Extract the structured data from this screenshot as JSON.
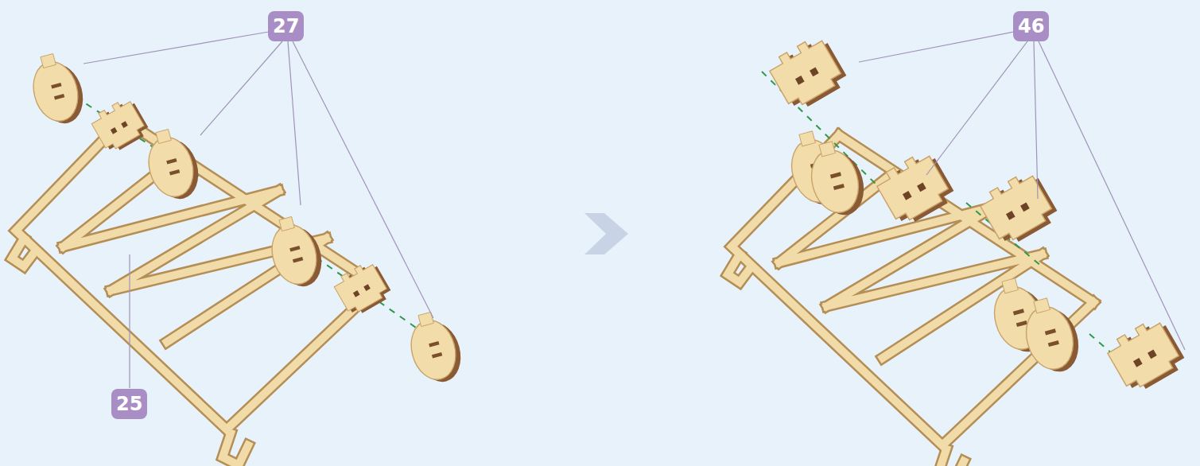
{
  "diagram": {
    "labels": [
      "27",
      "25",
      "46"
    ]
  }
}
